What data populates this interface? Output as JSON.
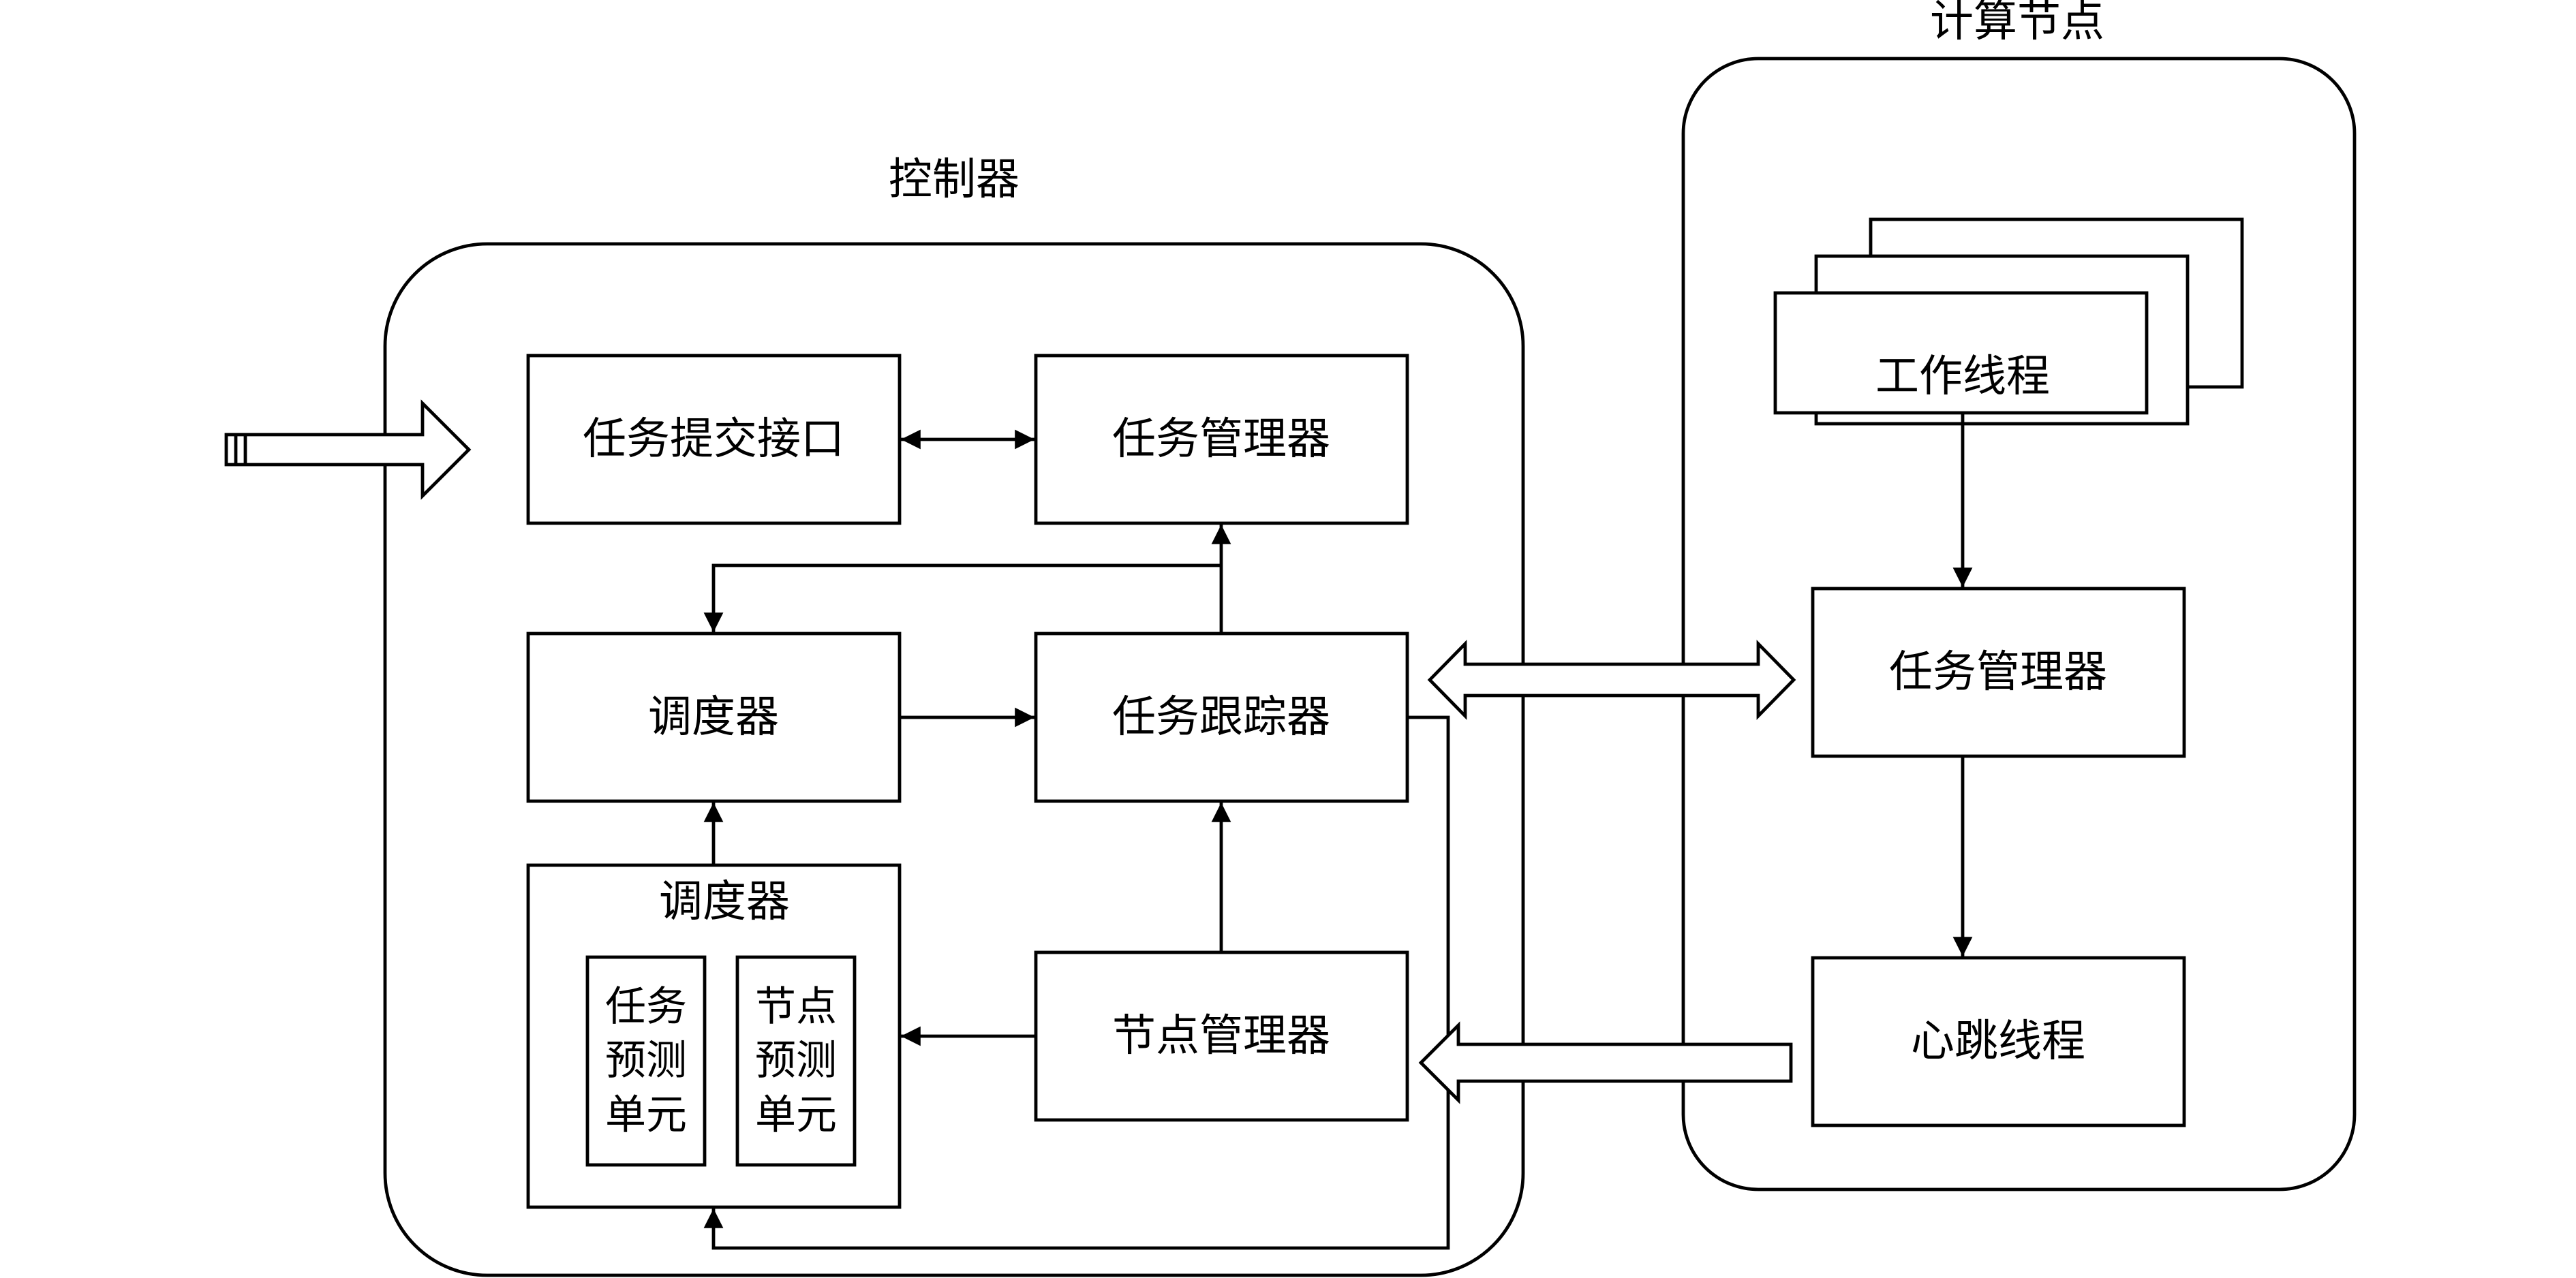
{
  "controller": {
    "title": "控制器",
    "task_submit_interface": "任务提交接口",
    "task_manager": "任务管理器",
    "scheduler": "调度器",
    "task_tracker": "任务跟踪器",
    "predictor_group_title": "调度器",
    "task_prediction_unit": [
      "任务",
      "预测",
      "单元"
    ],
    "node_prediction_unit": [
      "节点",
      "预测",
      "单元"
    ],
    "node_manager": "节点管理器"
  },
  "compute_node": {
    "title": "计算节点",
    "worker_thread": "工作线程",
    "task_manager": "任务管理器",
    "heartbeat_thread": "心跳线程"
  }
}
